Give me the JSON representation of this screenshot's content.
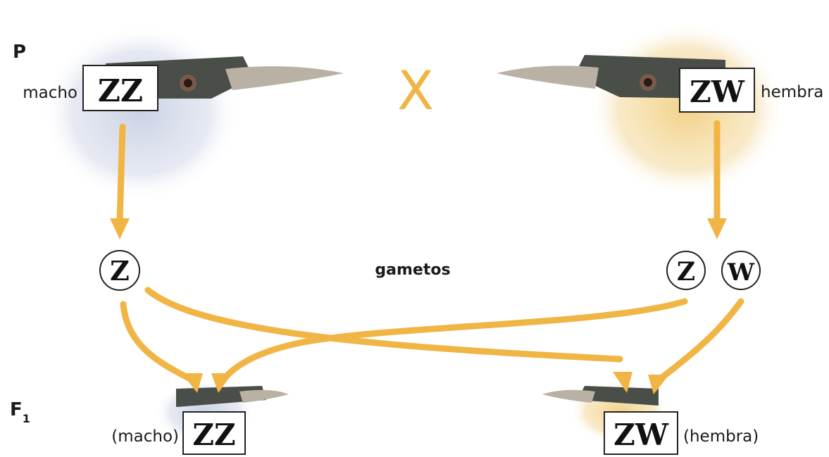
{
  "generations": {
    "parental": "P",
    "filial_letter": "F",
    "filial_sub": "1"
  },
  "parents": {
    "male": {
      "label": "macho",
      "genotype": "ZZ"
    },
    "female": {
      "label": "hembra",
      "genotype": "ZW"
    },
    "cross_symbol": "X"
  },
  "gametes": {
    "label": "gametos",
    "male": [
      "Z"
    ],
    "female": [
      "Z",
      "W"
    ]
  },
  "offspring": {
    "male": {
      "label": "(macho)",
      "genotype": "ZZ"
    },
    "female": {
      "label": "(hembra)",
      "genotype": "ZW"
    }
  },
  "colors": {
    "arrow": "#f0b545",
    "male_plumage": "#c9d0e4",
    "female_plumage": "#f2cf82",
    "mask": "#4a4e48",
    "beak": "#b9b2a4"
  }
}
